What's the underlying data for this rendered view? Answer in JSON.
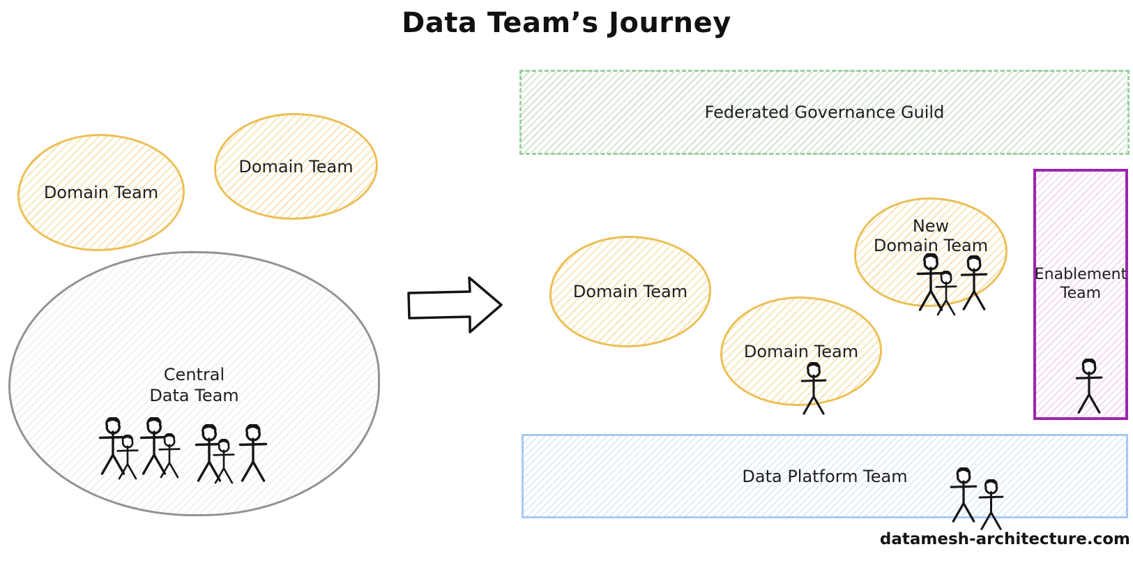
{
  "title": "Data Team’s Journey",
  "watermark": "datamesh-architecture.com",
  "before": {
    "domain_team_a": {
      "label": "Domain Team"
    },
    "domain_team_b": {
      "label": "Domain Team"
    },
    "central_team": {
      "label_line1": "Central",
      "label_line2": "Data Team",
      "members": 7
    }
  },
  "after": {
    "governance_guild": {
      "label": "Federated Governance Guild"
    },
    "domain_team_c": {
      "label": "Domain Team"
    },
    "domain_team_d": {
      "label": "Domain Team",
      "members": 1
    },
    "new_domain_team": {
      "label_line1": "New",
      "label_line2": "Domain Team",
      "members": 3
    },
    "enablement_team": {
      "label_line1": "Enablement",
      "label_line2": "Team",
      "members": 1
    },
    "platform_team": {
      "label": "Data Platform Team",
      "members": 2
    }
  },
  "colors": {
    "domain_team_yellow": "#ecbf55",
    "central_team_gray": "#929292",
    "governance_green": "#9ccf9f",
    "enablement_purple": "#9a27ae",
    "platform_blue": "#a8c9f0",
    "ink": "#1b1b1b"
  }
}
